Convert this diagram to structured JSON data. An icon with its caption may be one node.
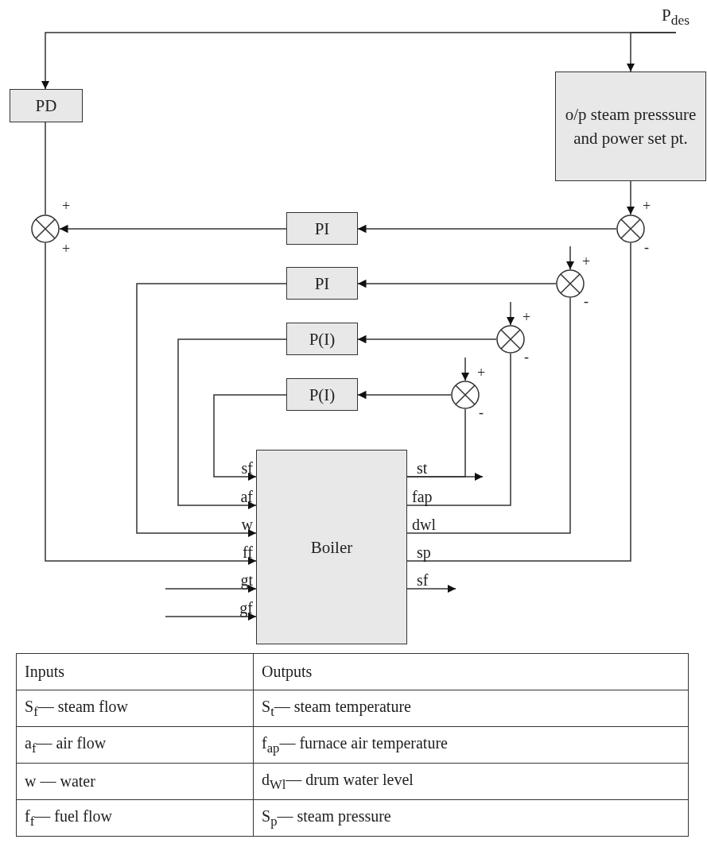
{
  "diagram": {
    "nodes": [
      {
        "text": [
          "P$_{des}$"
        ]
      },
      {
        "text": [
          "PD"
        ]
      },
      {
        "text": [
          "o/p steam presssure and power set pt."
        ]
      },
      {
        "text": [],
        "shape": "circle",
        "beside": [
          "+",
          "+"
        ]
      },
      {
        "text": [
          "PI"
        ]
      },
      {
        "text": [],
        "shape": "circle",
        "beside": [
          "+",
          "-"
        ]
      },
      {
        "text": [
          "PI"
        ]
      },
      {
        "text": [],
        "shape": "circle",
        "beside": [
          "+",
          "-"
        ]
      },
      {
        "text": [
          "P(I)"
        ]
      },
      {
        "text": [],
        "shape": "circle",
        "beside": [
          "+",
          "-"
        ]
      },
      {
        "text": [
          "P(I)"
        ]
      },
      {
        "text": [],
        "shape": "circle",
        "beside": [
          "+",
          "-"
        ]
      },
      {
        "text": [
          "Boiler"
        ]
      }
    ],
    "edges": [
      {
        "from": 0,
        "to": 1,
        "arrow": "to"
      },
      {
        "from": 0,
        "to": 2,
        "arrow": "to"
      },
      {
        "from": 1,
        "to": 3,
        "arrow": "none"
      },
      {
        "from": 2,
        "to": 5,
        "arrow": "to"
      },
      {
        "from": 5,
        "to": 4,
        "arrow": "to"
      },
      {
        "from": 4,
        "to": 3,
        "arrow": "to"
      },
      {
        "from": null,
        "to": 7,
        "arrow": "to"
      },
      {
        "from": 7,
        "to": 6,
        "arrow": "to"
      },
      {
        "from": null,
        "to": 9,
        "arrow": "to"
      },
      {
        "from": 9,
        "to": 8,
        "arrow": "to"
      },
      {
        "from": null,
        "to": 11,
        "arrow": "to"
      },
      {
        "from": 11,
        "to": 10,
        "arrow": "to"
      },
      {
        "from": 10,
        "to": 12,
        "arrow": "to",
        "label": "sf"
      },
      {
        "from": 8,
        "to": 12,
        "arrow": "to",
        "label": "af"
      },
      {
        "from": 6,
        "to": 12,
        "arrow": "to",
        "label": "w"
      },
      {
        "from": 3,
        "to": 12,
        "arrow": "to",
        "label": "ff"
      },
      {
        "from": null,
        "to": 12,
        "arrow": "to",
        "label": "gt"
      },
      {
        "from": null,
        "to": 12,
        "arrow": "to",
        "label": "gf"
      },
      {
        "from": 12,
        "to": null,
        "arrow": "to",
        "label": "st"
      },
      {
        "from": 12,
        "to": 11,
        "arrow": "none"
      },
      {
        "from": 12,
        "to": 9,
        "arrow": "none",
        "label": "fap"
      },
      {
        "from": 12,
        "to": 7,
        "arrow": "none",
        "label": "dwl"
      },
      {
        "from": 12,
        "to": 5,
        "arrow": "none",
        "label": "sp"
      },
      {
        "from": 12,
        "to": null,
        "arrow": "to",
        "label": "sf"
      }
    ],
    "labels": [
      "Inputs",
      "Outputs",
      "S$_{f}$— steam flow",
      "S$_{t}$— steam temperature",
      "a$_{f}$— air flow",
      "f$_{ap}$— furnace air temperature",
      "w — water",
      "d$_{Wl}$— drum water level",
      "f$_{f}$— fuel flow",
      "S$_{p}$— steam pressure"
    ]
  }
}
